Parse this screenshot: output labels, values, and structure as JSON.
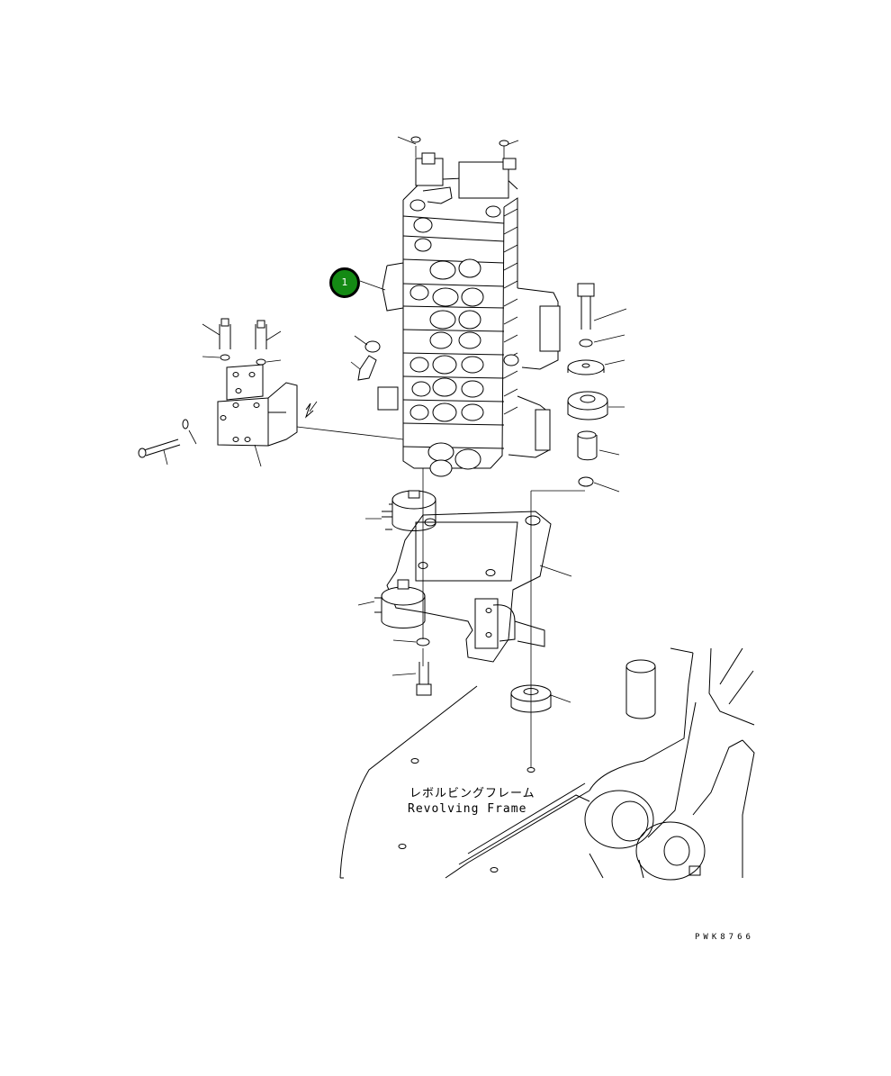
{
  "callouts": [
    {
      "label": "1",
      "color": "#148a14"
    }
  ],
  "frame_label": {
    "japanese": "レボルビングフレーム",
    "english": "Revolving Frame"
  },
  "drawing_code": "PWK8766"
}
